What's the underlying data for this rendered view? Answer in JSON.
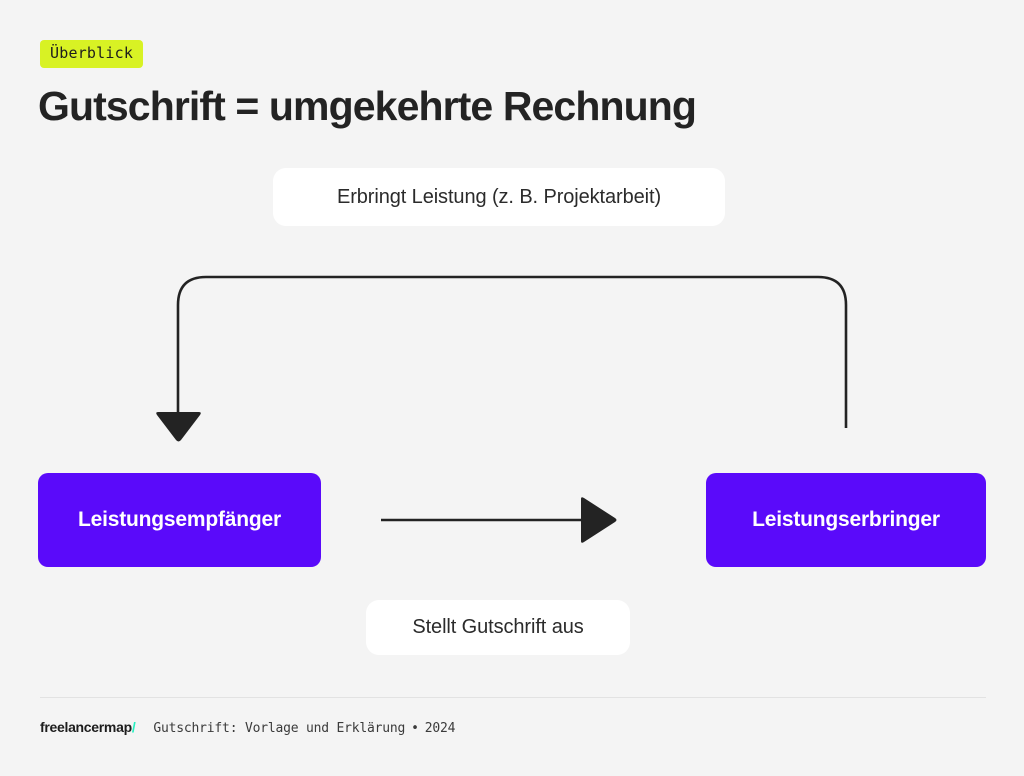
{
  "theme": {
    "background": "#f4f4f4",
    "badge_bg": "#d8f224",
    "node_bg": "#5a0afa",
    "node_text": "#ffffff",
    "label_bg": "#ffffff",
    "ink": "#232323",
    "brand_accent": "#25f0c0",
    "divider": "#e2e2e2"
  },
  "header": {
    "badge": "Überblick",
    "title": "Gutschrift = umgekehrte Rechnung"
  },
  "diagram": {
    "nodes": [
      {
        "id": "leistungsempfaenger",
        "label": "Leistungsempfänger"
      },
      {
        "id": "leistungserbringer",
        "label": "Leistungserbringer"
      }
    ],
    "labels": [
      {
        "id": "top",
        "text": "Erbringt Leistung (z. B. Projektarbeit)"
      },
      {
        "id": "bottom",
        "text": "Stellt Gutschrift aus"
      }
    ],
    "connectors": [
      {
        "id": "service-flow",
        "from": "leistungserbringer",
        "to": "leistungsempfaenger",
        "style": "curved-down-arrow"
      },
      {
        "id": "credit-note-flow",
        "from": "leistungsempfaenger",
        "to": "leistungserbringer",
        "style": "straight-right-arrow"
      }
    ]
  },
  "footer": {
    "brand_name": "freelancermap",
    "brand_slash": "/",
    "meta_text": "Gutschrift: Vorlage und Erklärung",
    "separator": "•",
    "year": "2024"
  }
}
